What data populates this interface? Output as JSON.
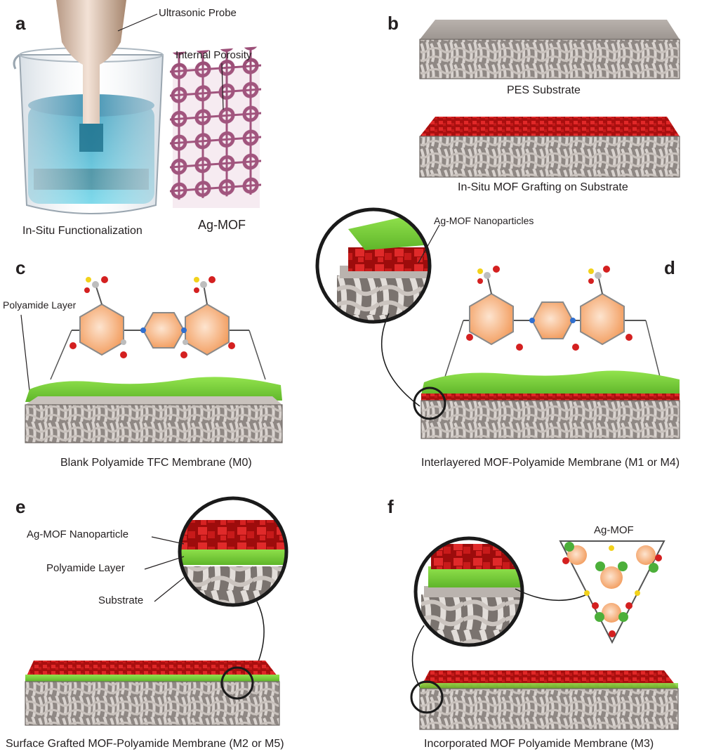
{
  "panels": {
    "a": "a",
    "b": "b",
    "c": "c",
    "d": "d",
    "e": "e",
    "f": "f"
  },
  "panel_a": {
    "probe_label": "Ultrasonic Probe",
    "porosity_label": "Internal Porosity",
    "beaker_caption": "In-Situ Functionalization",
    "mof_caption": "Ag-MOF"
  },
  "panel_b": {
    "substrate_caption": "PES Substrate",
    "grafting_caption": "In-Situ MOF Grafting on Substrate"
  },
  "panel_c": {
    "polyamide_label": "Polyamide Layer",
    "caption": "Blank Polyamide TFC Membrane (M0)"
  },
  "panel_d": {
    "nanoparticles_label": "Ag-MOF Nanoparticles",
    "caption": "Interlayered MOF-Polyamide Membrane (M1 or M4)"
  },
  "panel_e": {
    "nanoparticle_label": "Ag-MOF Nanoparticle",
    "polyamide_label": "Polyamide Layer",
    "substrate_label": "Substrate",
    "caption": "Surface Grafted MOF-Polyamide Membrane (M2 or M5)"
  },
  "panel_f": {
    "mof_label": "Ag-MOF",
    "caption": "Incorporated MOF Polyamide Membrane (M3)"
  },
  "colors": {
    "substrate": "#a8a19c",
    "substrate_dark": "#6e6864",
    "polyamide": "#7dd53a",
    "mof": "#c41414",
    "ring_fill": "#f6b37e",
    "atom_grey": "#bdbdbd",
    "atom_red": "#d42020",
    "atom_blue": "#2f6fd0",
    "atom_yellow": "#f2d21b",
    "silver": "#4caf3a",
    "water": "#29a9c9",
    "mof_lattice": "#9c4f78"
  }
}
